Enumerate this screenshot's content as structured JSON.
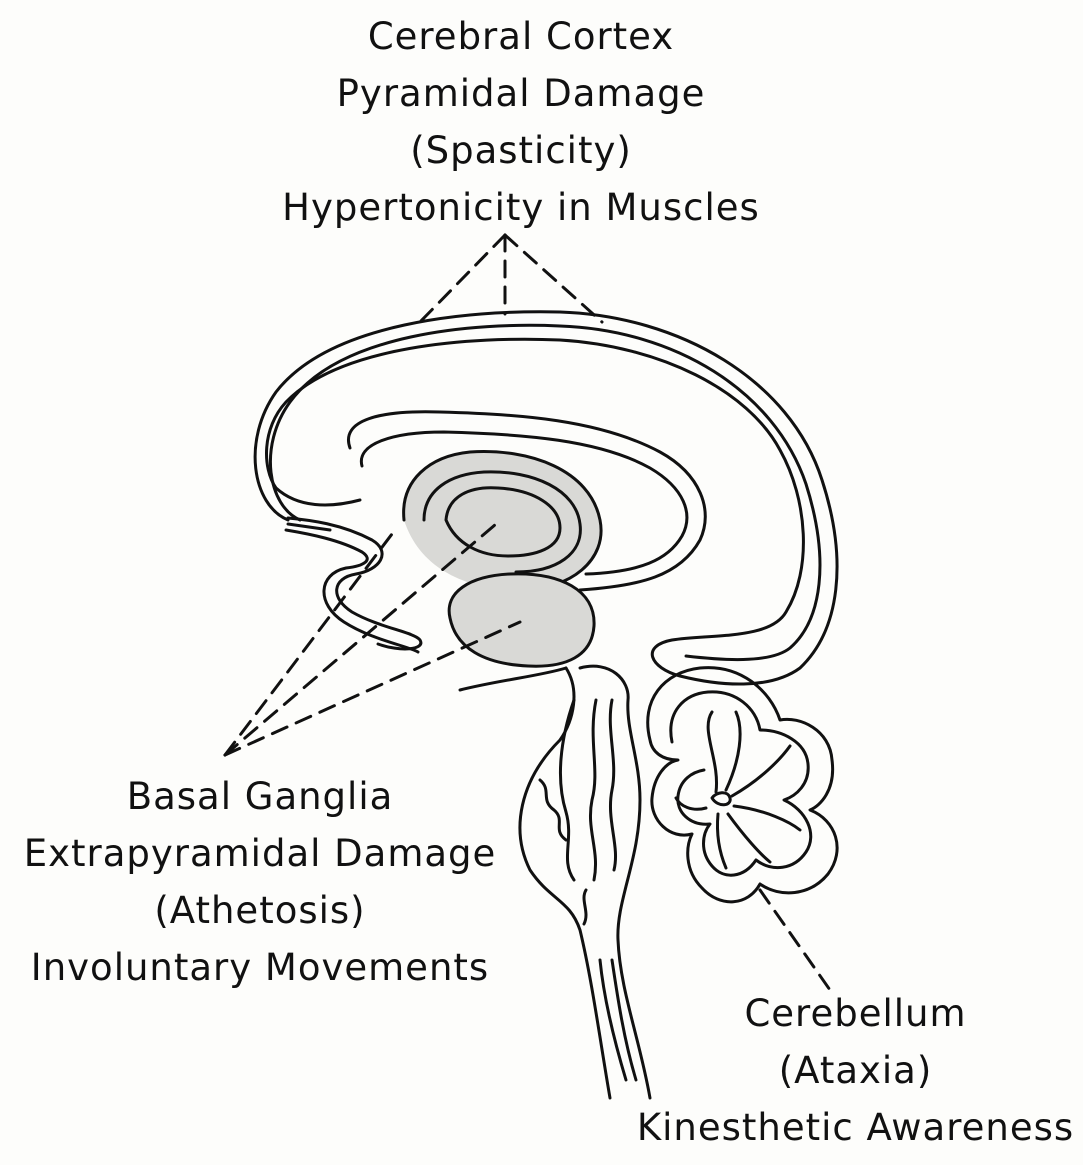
{
  "labels": {
    "cortex": {
      "line1": "Cerebral Cortex",
      "line2": "Pyramidal Damage",
      "line3": "(Spasticity)",
      "line4": "Hypertonicity in Muscles"
    },
    "basal_ganglia": {
      "line1": "Basal Ganglia",
      "line2": "Extrapyramidal Damage",
      "line3": "(Athetosis)",
      "line4": "Involuntary Movements"
    },
    "cerebellum": {
      "line1": "Cerebellum",
      "line2": "(Ataxia)",
      "line3": "Kinesthetic Awareness"
    }
  },
  "colors": {
    "ink": "#111111",
    "paper": "#fdfdfb",
    "shading": "#d9d9d6"
  }
}
